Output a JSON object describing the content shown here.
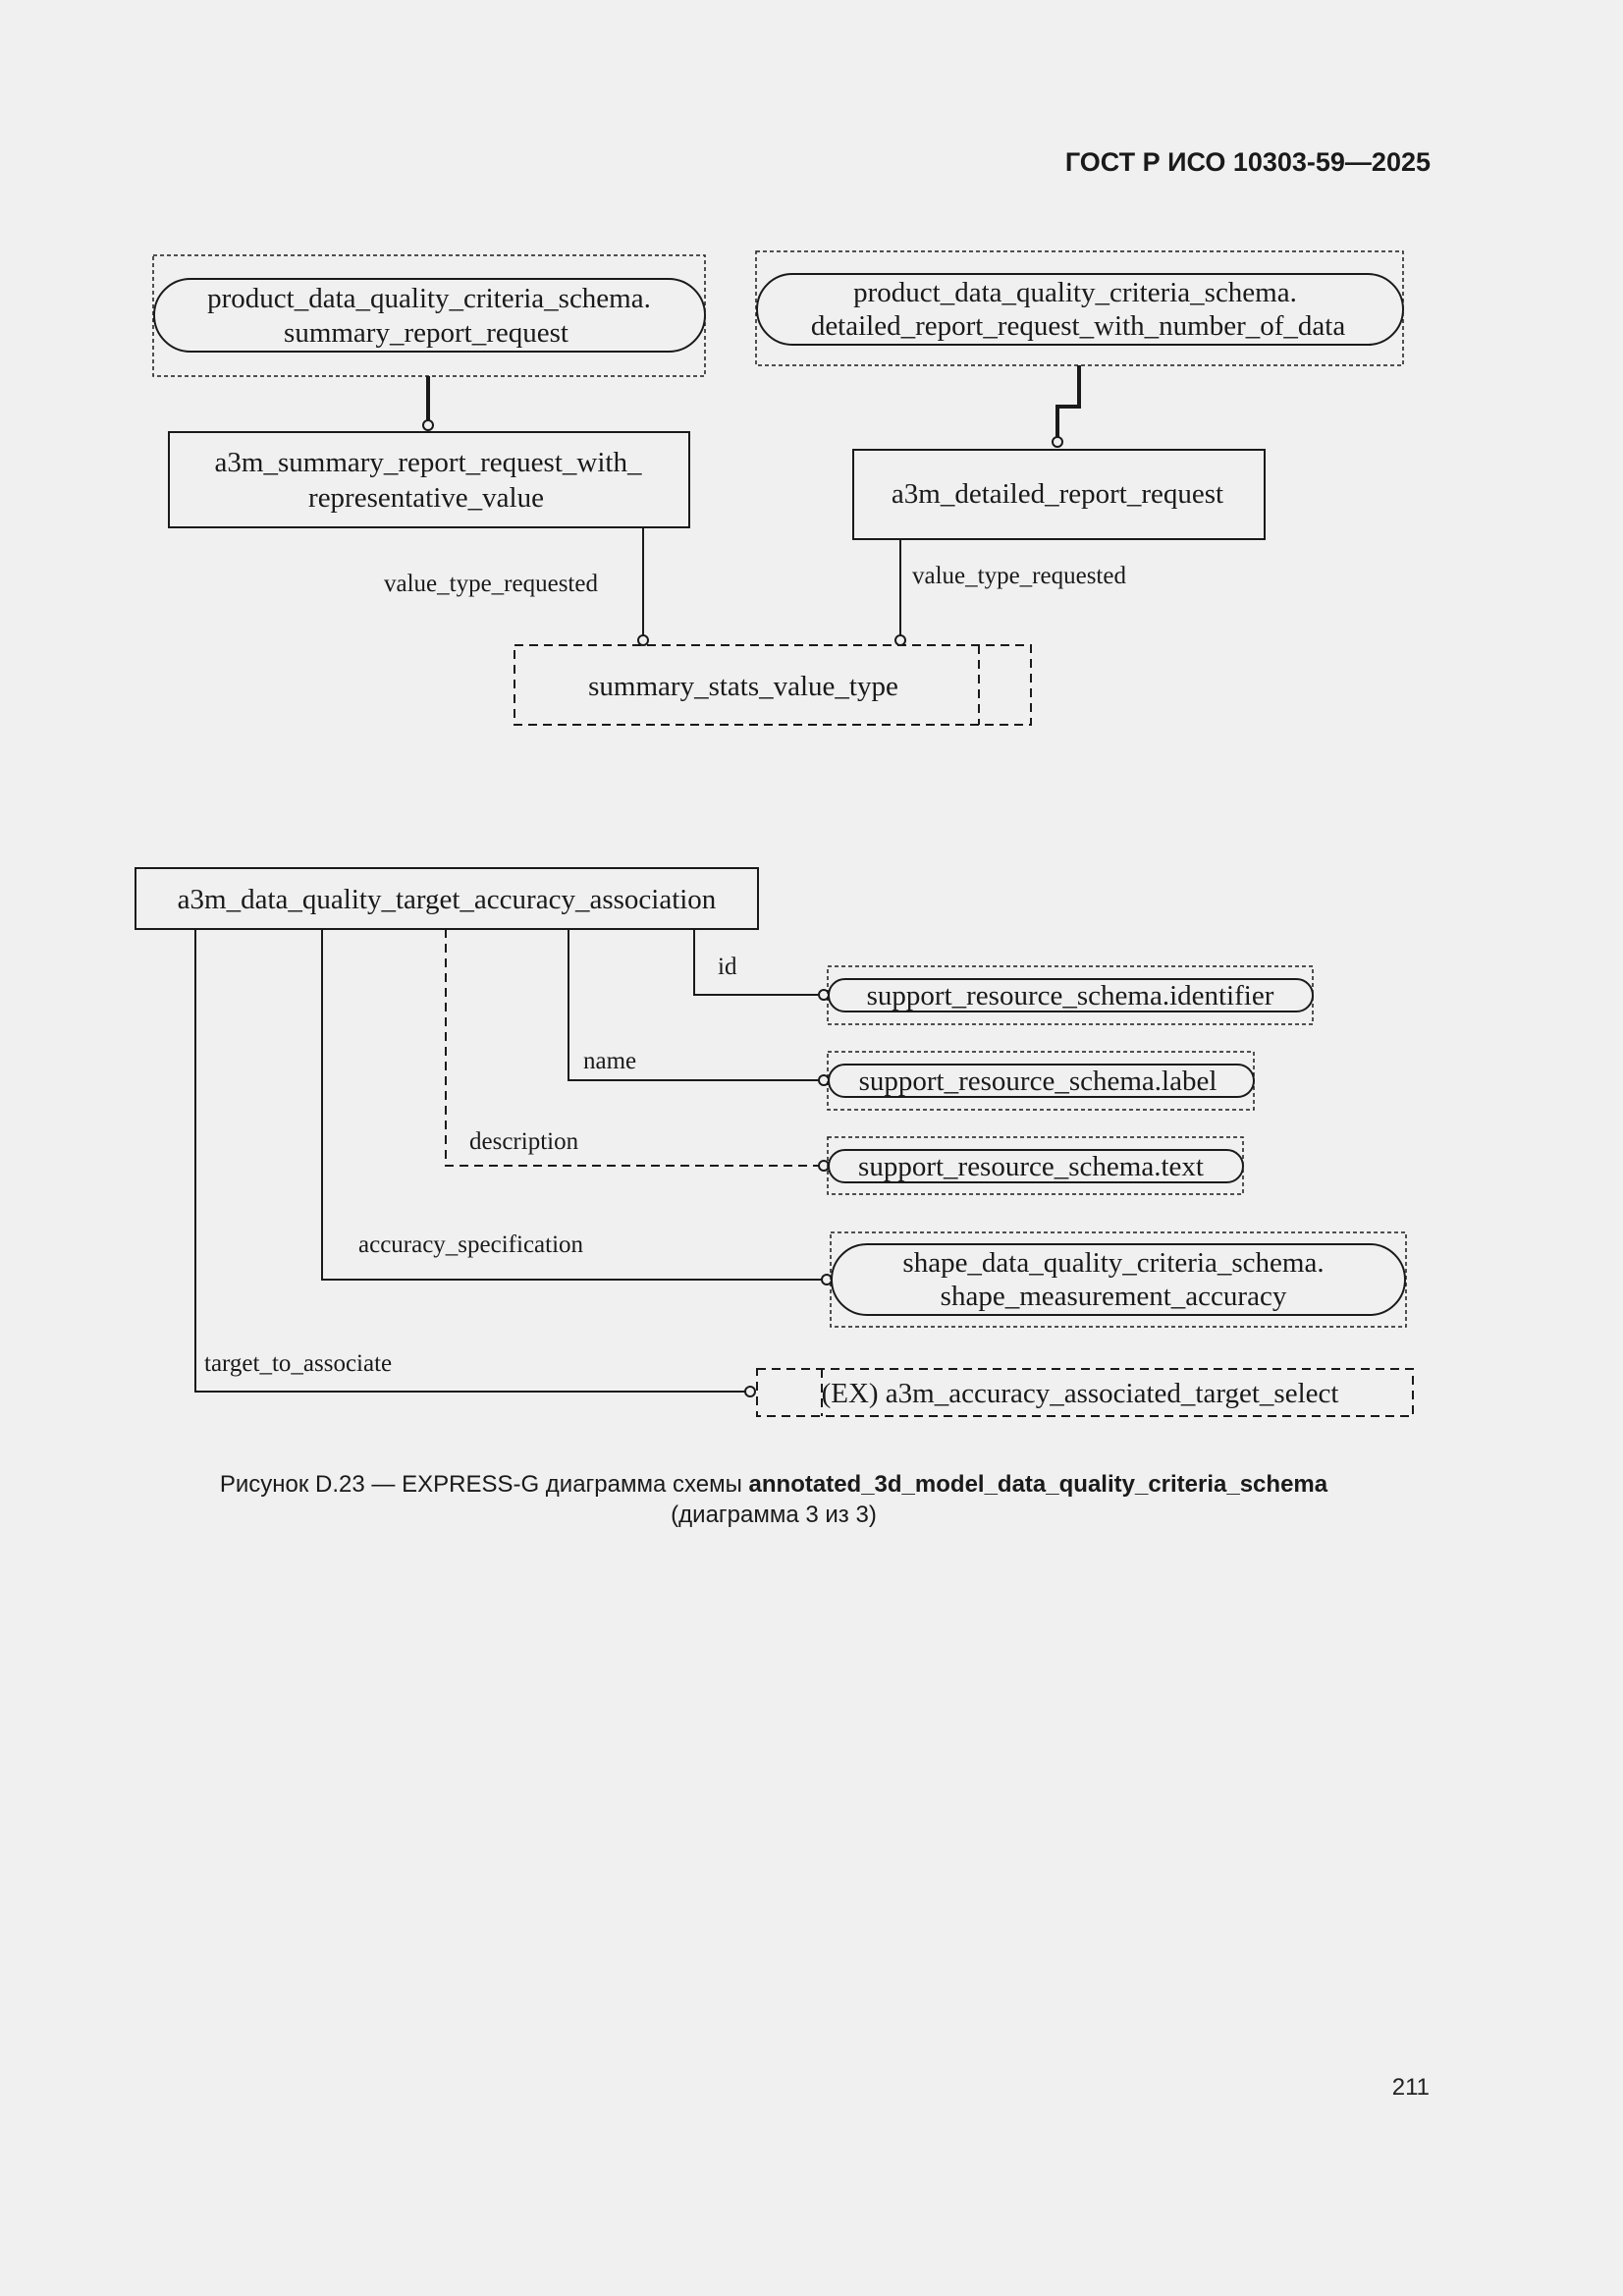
{
  "header": {
    "doc_id": "ГОСТ Р ИСО 10303-59—2025"
  },
  "diagram_top": {
    "ref_summary": {
      "line1": "product_data_quality_criteria_schema.",
      "line2": "summary_report_request"
    },
    "ref_detailed": {
      "line1": "product_data_quality_criteria_schema.",
      "line2": "detailed_report_request_with_number_of_data"
    },
    "entity_summary": {
      "line1": "a3m_summary_report_request_with_",
      "line2": "representative_value"
    },
    "entity_detailed": {
      "label": "a3m_detailed_report_request"
    },
    "attr_left": "value_type_requested",
    "attr_right": "value_type_requested",
    "type_box": {
      "label": "summary_stats_value_type"
    }
  },
  "diagram_bottom": {
    "entity_main": {
      "label": "a3m_data_quality_target_accuracy_association"
    },
    "attributes": {
      "id": "id",
      "name": "name",
      "description": "description",
      "accuracy": "accuracy_specification",
      "target": "target_to_associate"
    },
    "refs": {
      "identifier": "support_resource_schema.identifier",
      "label": "support_resource_schema.label",
      "text": "support_resource_schema.text",
      "shape_line1": "shape_data_quality_criteria_schema.",
      "shape_line2": "shape_measurement_accuracy",
      "select": "(EX) a3m_accuracy_associated_target_select"
    }
  },
  "caption": {
    "prefix": "Рисунок D.23 — EXPRESS-G диаграмма схемы",
    "schema_name": "annotated_3d_model_data_quality_criteria_schema",
    "line2": "(диаграмма 3 из 3)"
  },
  "page_number": "211"
}
